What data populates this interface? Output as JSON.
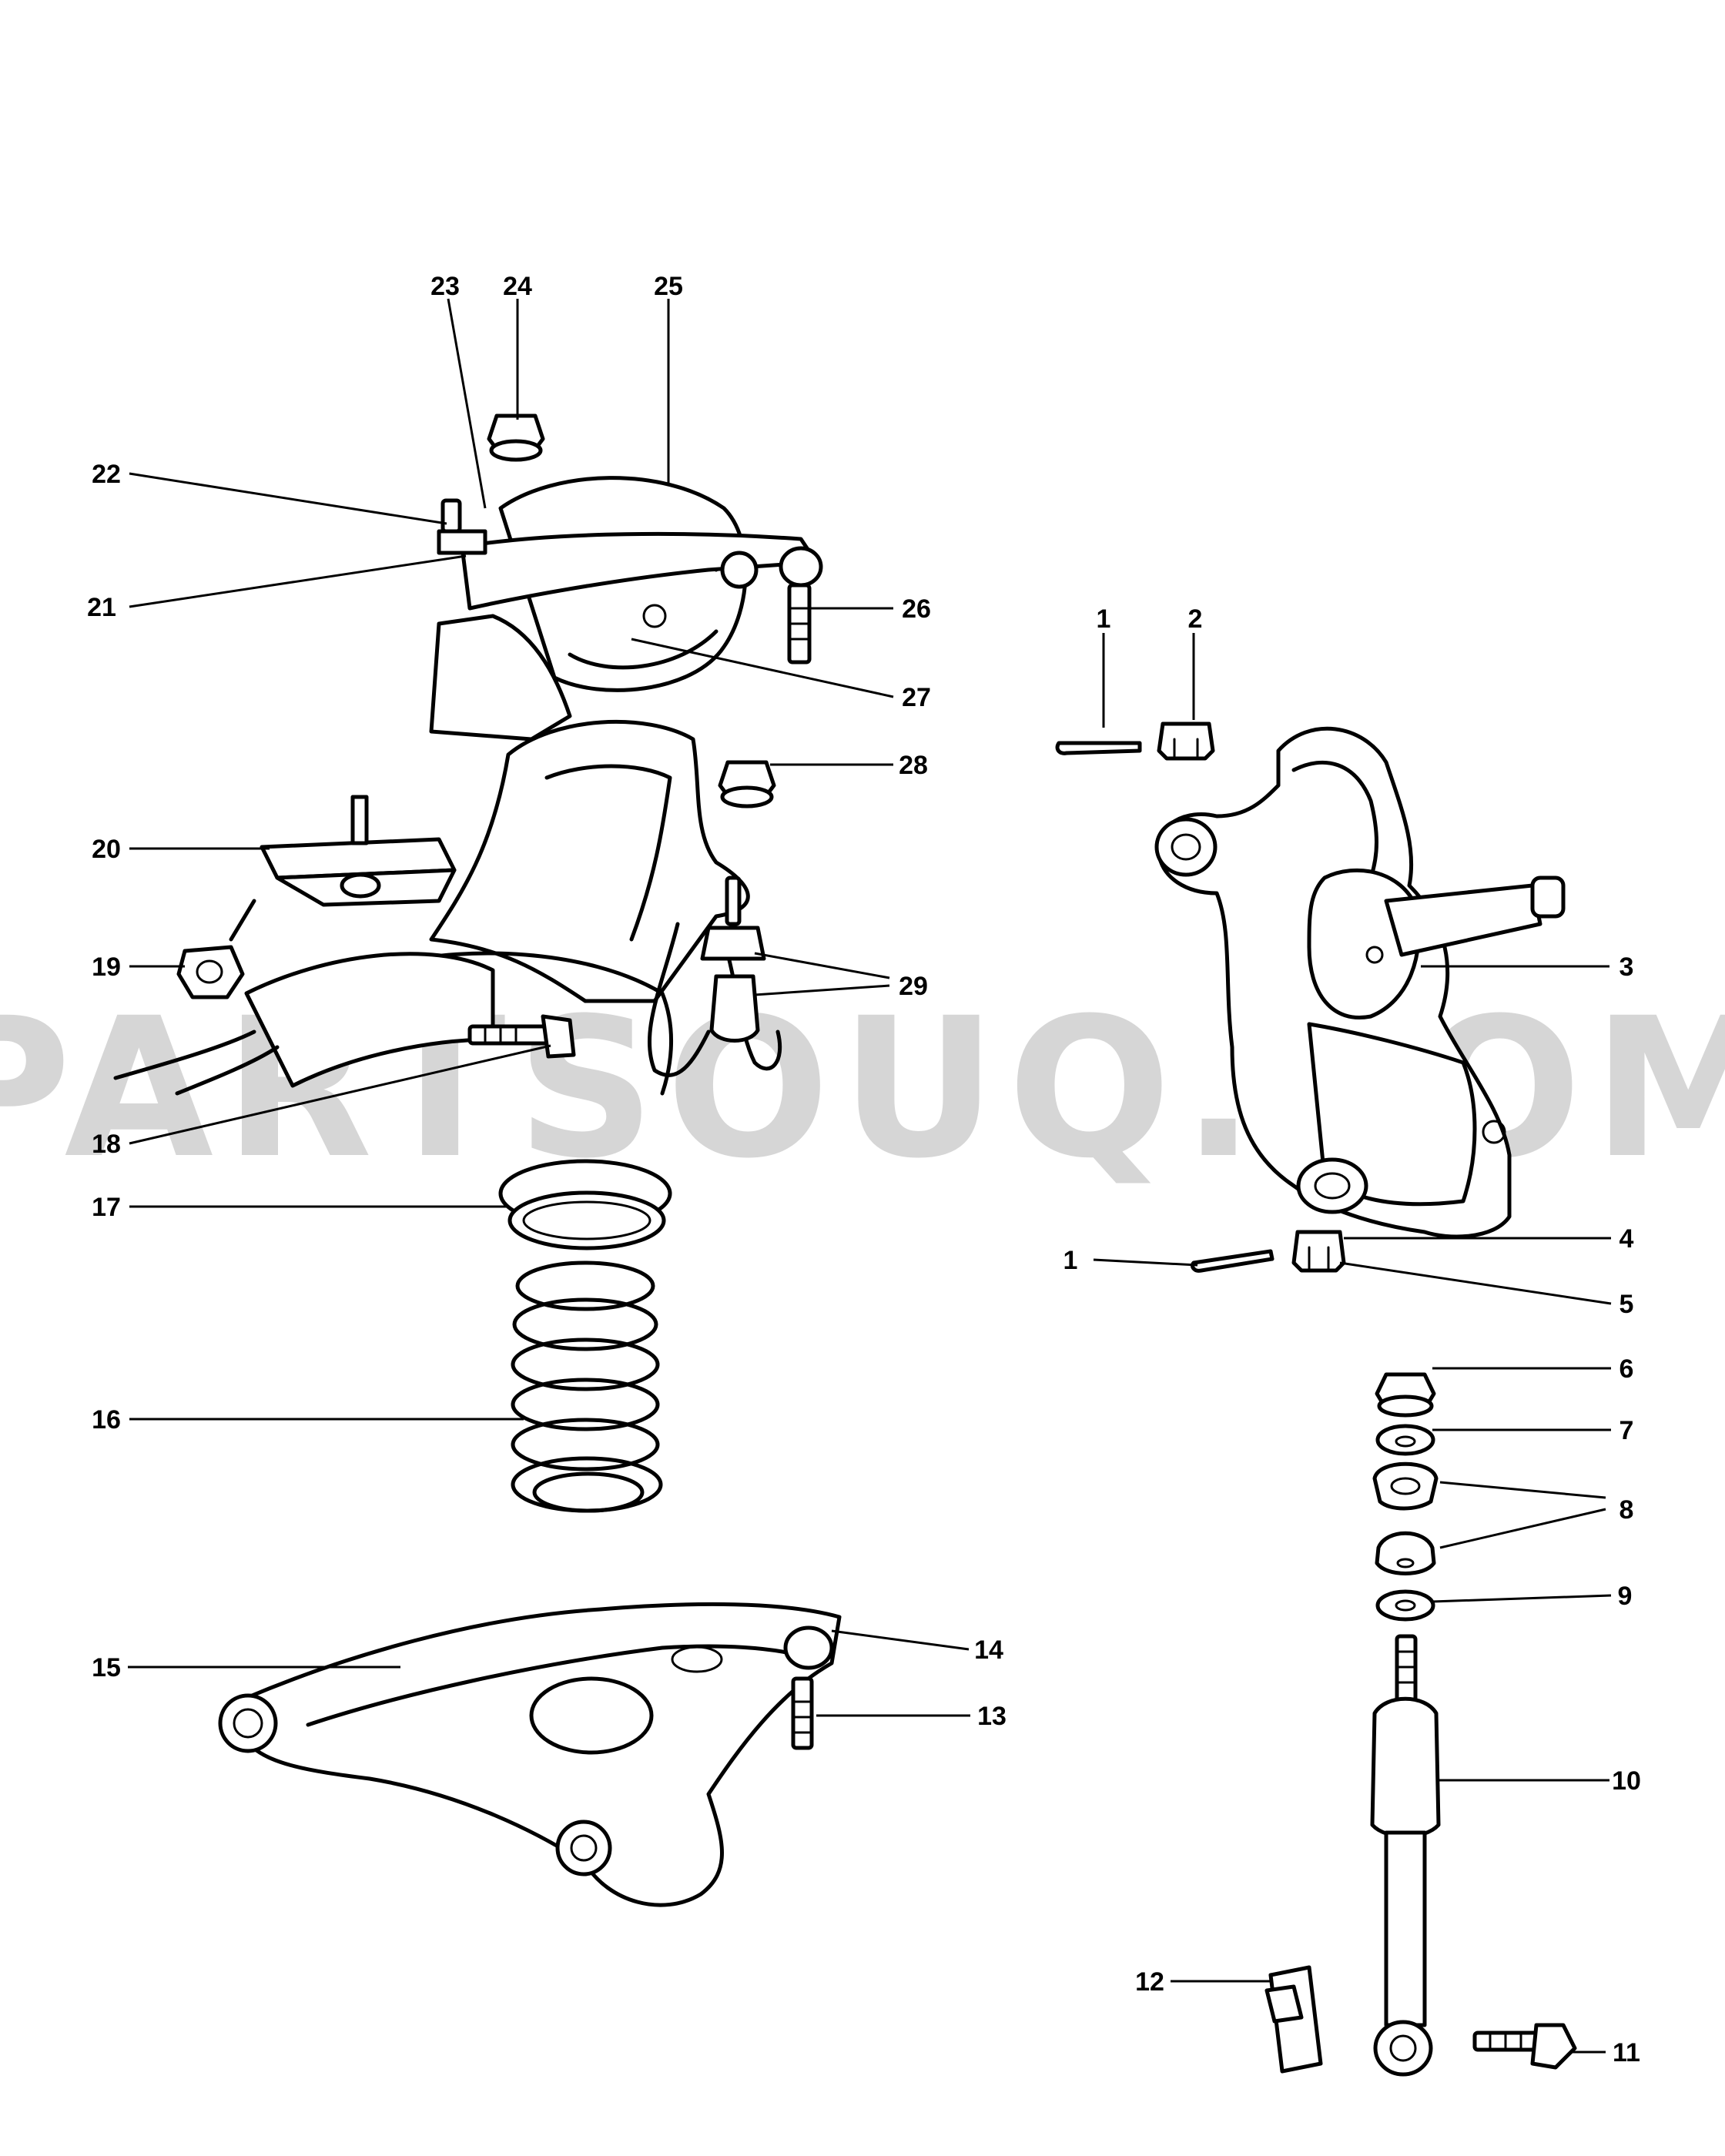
{
  "watermark": "PARTSOUQ.COM",
  "callouts": {
    "c1a": "1",
    "c1b": "1",
    "c2": "2",
    "c3": "3",
    "c4": "4",
    "c5": "5",
    "c6": "6",
    "c7": "7",
    "c8": "8",
    "c9": "9",
    "c10": "10",
    "c11": "11",
    "c12": "12",
    "c13": "13",
    "c14": "14",
    "c15": "15",
    "c16": "16",
    "c17": "17",
    "c18": "18",
    "c19": "19",
    "c20": "20",
    "c21": "21",
    "c22": "22",
    "c23": "23",
    "c24": "24",
    "c25": "25",
    "c26": "26",
    "c27": "27",
    "c28": "28",
    "c29": "29"
  }
}
